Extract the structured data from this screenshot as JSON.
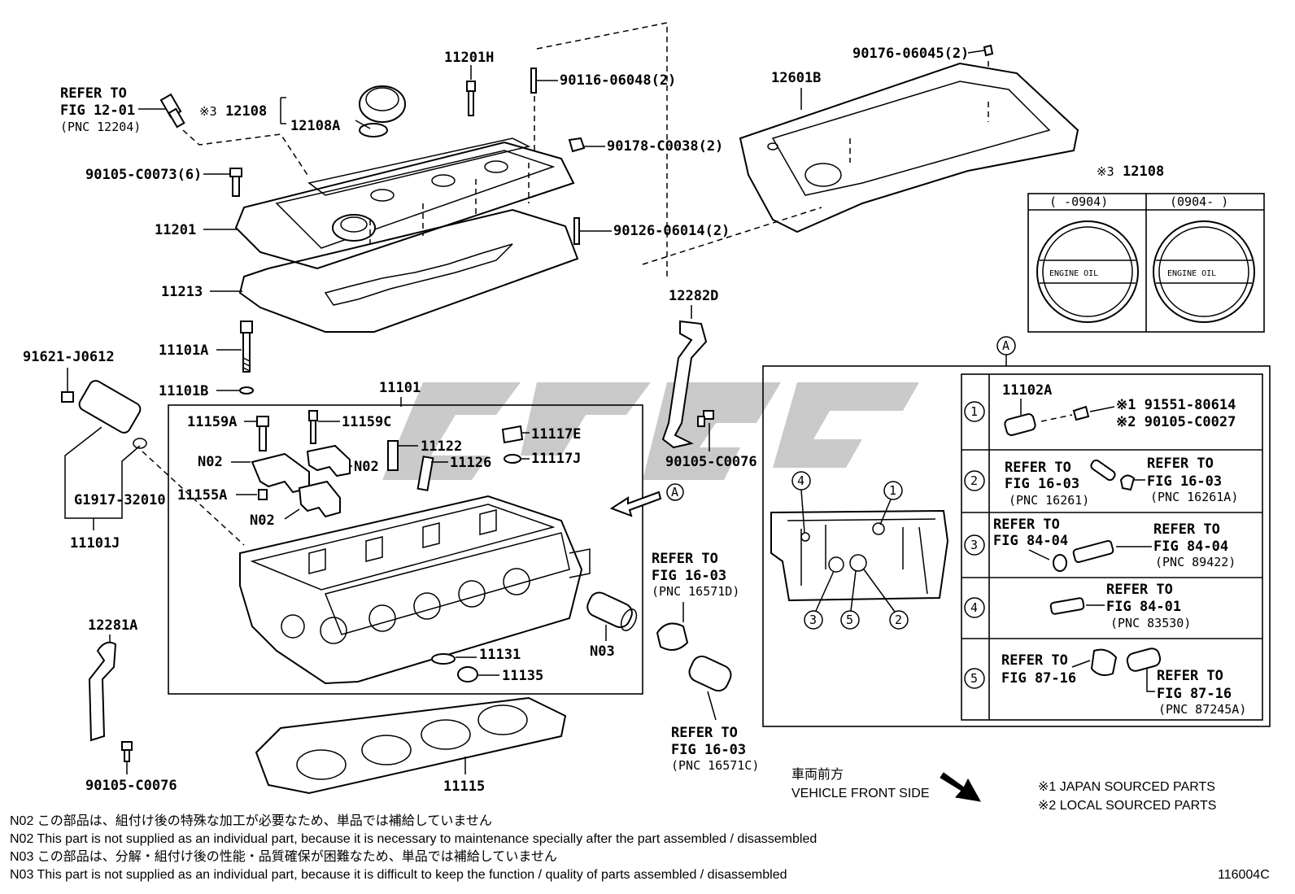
{
  "callouts": {
    "refer_1201_l1": "REFER TO",
    "refer_1201_l2": "FIG 12-01",
    "refer_1201_l3": "(PNC 12204)",
    "p12108_mark": "※3",
    "p12108": "12108",
    "p12108A": "12108A",
    "p11201H": "11201H",
    "p90116": "90116-06048(2)",
    "p90178": "90178-C0038(2)",
    "p90105_c0073": "90105-C0073(6)",
    "p11201": "11201",
    "p90126": "90126-06014(2)",
    "p11213": "11213",
    "p11101A": "11101A",
    "p11101B": "11101B",
    "p91621": "91621-J0612",
    "p11101": "11101",
    "p11159A": "11159A",
    "p11159C": "11159C",
    "p11122": "11122",
    "p11117E": "11117E",
    "p11117J": "11117J",
    "p11126": "11126",
    "pN02a": "N02",
    "pN02b": "N02",
    "pN02c": "N02",
    "p11155A": "11155A",
    "pG1917": "G1917-32010",
    "p11101J": "11101J",
    "p12281A": "12281A",
    "p90105_c0076_l": "90105-C0076",
    "p11131": "11131",
    "p11135": "11135",
    "pN03": "N03",
    "p11115": "11115",
    "p90176": "90176-06045(2)",
    "p12601B": "12601B",
    "p12282D": "12282D",
    "p90105_c0076_r": "90105-C0076",
    "refer_1603D_l1": "REFER TO",
    "refer_1603D_l2": "FIG 16-03",
    "refer_1603D_l3": "(PNC 16571D)",
    "refer_1603C_l1": "REFER TO",
    "refer_1603C_l2": "FIG 16-03",
    "refer_1603C_l3": "(PNC 16571C)",
    "view_a": "A"
  },
  "inset_12108": {
    "mark": "※3",
    "code": "12108",
    "col1": "(    -0904)",
    "col2": "(0904-    )",
    "cap_text": "ENGINE OIL"
  },
  "detail_a": {
    "title": "A",
    "rows": [
      {
        "num": "1",
        "part": "11102A",
        "l1": "※1 91551-80614",
        "l2": "※2 90105-C0027"
      },
      {
        "num": "2",
        "a1": "REFER TO",
        "a2": "FIG 16-03",
        "a3": "(PNC 16261)",
        "b1": "REFER TO",
        "b2": "FIG 16-03",
        "b3": "(PNC 16261A)"
      },
      {
        "num": "3",
        "a1": "REFER TO",
        "a2": "FIG 84-04",
        "b1": "REFER TO",
        "b2": "FIG 84-04",
        "b3": "(PNC 89422)"
      },
      {
        "num": "4",
        "b1": "REFER TO",
        "b2": "FIG 84-01",
        "b3": "(PNC 83530)"
      },
      {
        "num": "5",
        "a1": "REFER TO",
        "a2": "FIG 87-16",
        "b1": "REFER TO",
        "b2": "FIG 87-16",
        "b3": "(PNC 87245A)"
      }
    ],
    "block_nums": [
      "4",
      "1",
      "3",
      "5",
      "2"
    ]
  },
  "legend": {
    "front_jp": "車両前方",
    "front_en": "VEHICLE FRONT SIDE",
    "src1": "※1 JAPAN SOURCED PARTS",
    "src2": "※2 LOCAL SOURCED PARTS"
  },
  "notes": [
    "N02 この部品は、組付け後の特殊な加工が必要なため、単品では補給していません",
    "N02 This part is not supplied as an individual part, because it is necessary to maintenance specially after the part assembled / disassembled",
    "N03 この部品は、分解・組付け後の性能・品質確保が困難なため、単品では補給していません",
    "N03 This part is not supplied as an individual part, because it is difficult to keep the function / quality of parts  assembled / disassembled"
  ],
  "figure_id": "116004C"
}
